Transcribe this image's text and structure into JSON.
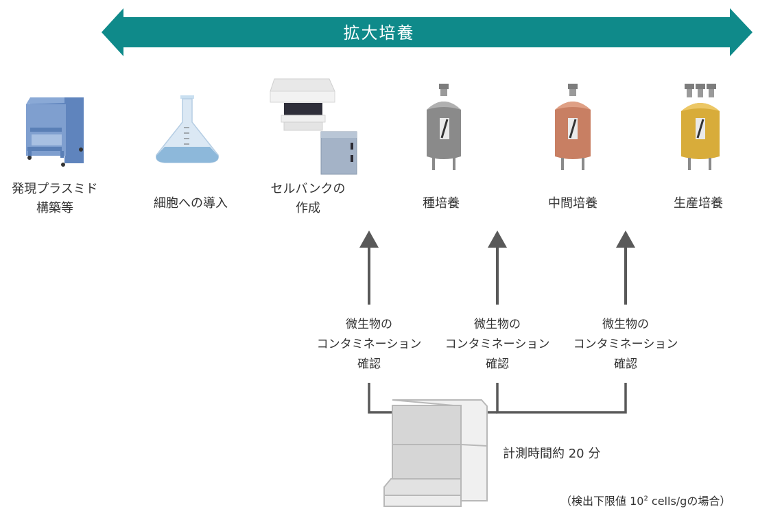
{
  "banner": {
    "title": "拡大培養",
    "color": "#0f8a8a"
  },
  "steps": [
    {
      "lines": [
        "発現プラスミド",
        "構築等"
      ],
      "icon": "safety-cabinet-icon"
    },
    {
      "lines": [
        "細胞への導入"
      ],
      "icon": "flask-icon"
    },
    {
      "lines": [
        "セルバンクの",
        "作成"
      ],
      "icon": "freezer-and-incubator-icon"
    },
    {
      "lines": [
        "種培養"
      ],
      "icon": "gray-tank-icon"
    },
    {
      "lines": [
        "中間培養"
      ],
      "icon": "copper-tank-icon"
    },
    {
      "lines": [
        "生産培養"
      ],
      "icon": "gold-tank-icon"
    }
  ],
  "checks": [
    {
      "lines": [
        "微生物の",
        "コンタミネーション",
        "確認"
      ]
    },
    {
      "lines": [
        "微生物の",
        "コンタミネーション",
        "確認"
      ]
    },
    {
      "lines": [
        "微生物の",
        "コンタミネーション",
        "確認"
      ]
    }
  ],
  "instrument": {
    "icon": "analyzer-instrument-icon",
    "time_label": "計測時間約 20 分"
  },
  "footnote": {
    "prefix": "（検出下限値 10",
    "superscript": "2",
    "suffix": " cells/gの場合）"
  },
  "colors": {
    "teal": "#0f8a8a",
    "arrow": "#595959",
    "cabinet": "#7f9fcf",
    "gray_tank": "#8a8a8a",
    "copper_tank": "#c87f63",
    "gold_tank": "#d8ac3a"
  }
}
